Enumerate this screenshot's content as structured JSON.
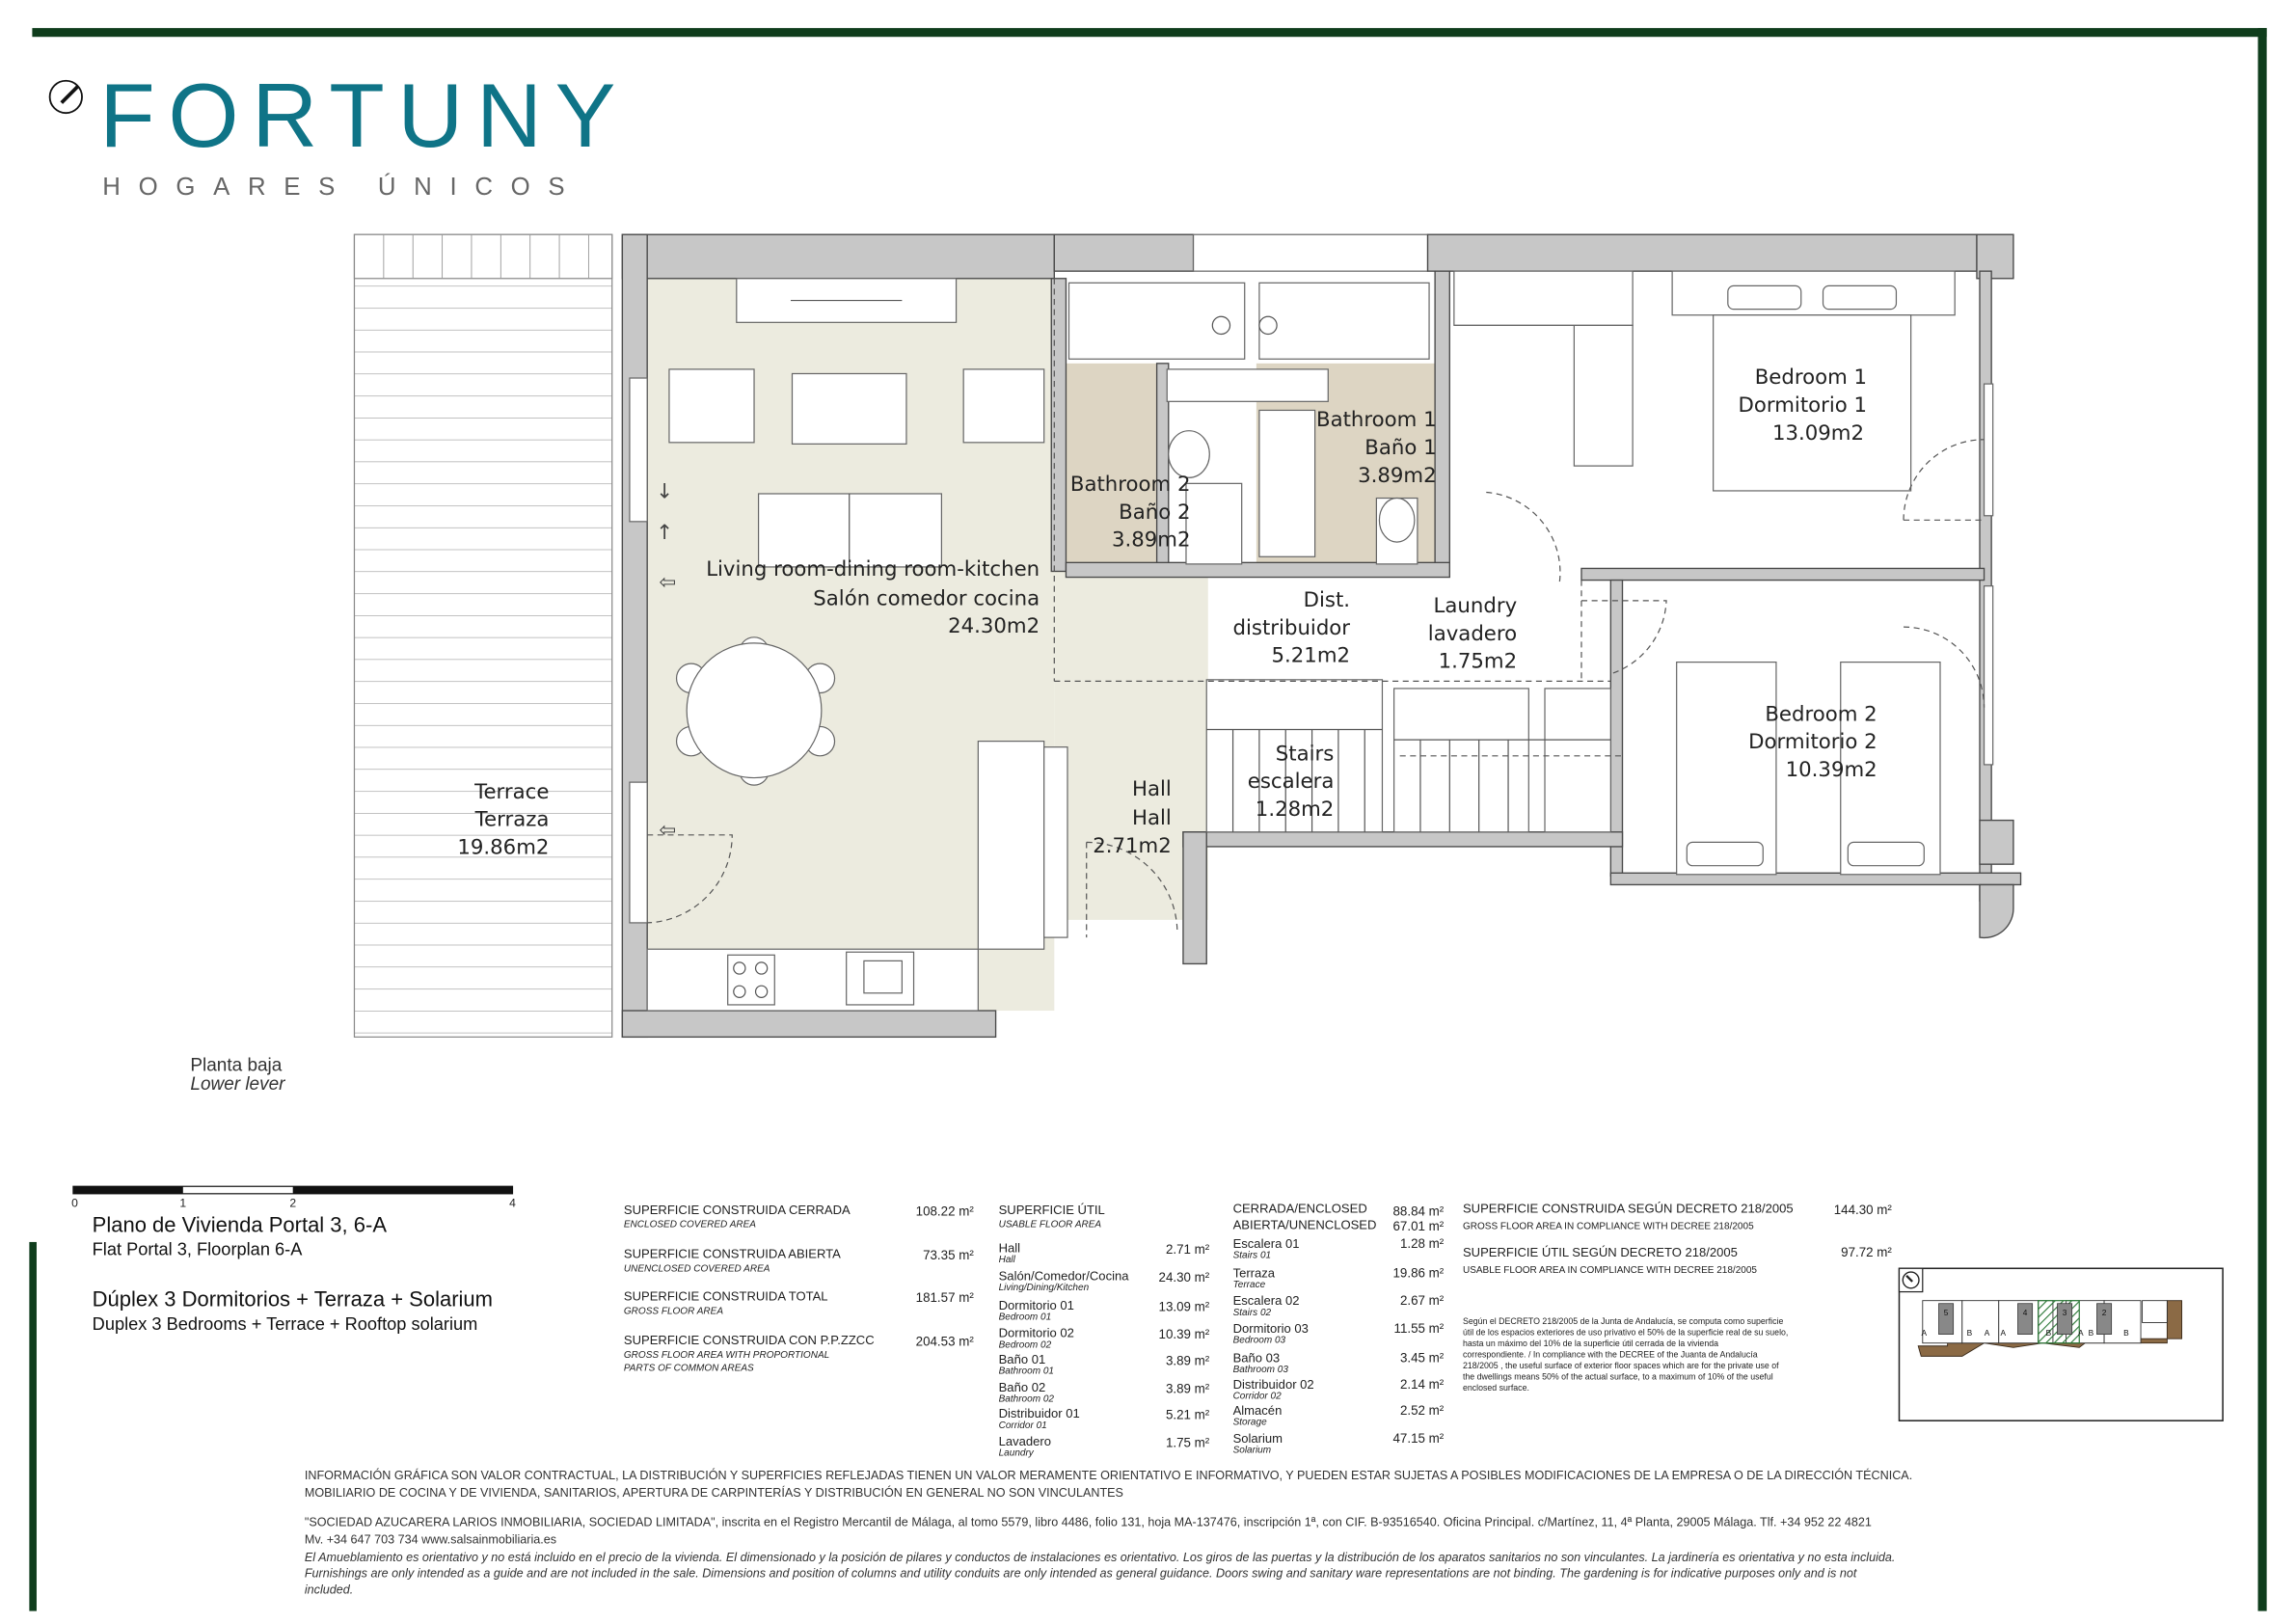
{
  "brand": {
    "name": "FORTUNY",
    "tagline": "HOGARES ÚNICOS",
    "color": "#0f7487",
    "frame_color": "#0f3d1c"
  },
  "rooms": {
    "living": [
      "Living room-dining room-kitchen",
      "Salón comedor cocina",
      "24.30m2"
    ],
    "bath2": [
      "Bathroom 2",
      "Baño 2",
      "3.89m2"
    ],
    "bath1": [
      "Bathroom 1",
      "Baño 1",
      "3.89m2"
    ],
    "bed1": [
      "Bedroom 1",
      "Dormitorio 1",
      "13.09m2"
    ],
    "dist": [
      "Dist.",
      "distribuidor",
      "5.21m2"
    ],
    "laundry": [
      "Laundry",
      "lavadero",
      "1.75m2"
    ],
    "bed2": [
      "Bedroom 2",
      "Dormitorio 2",
      "10.39m2"
    ],
    "stairs": [
      "Stairs",
      "escalera",
      "1.28m2"
    ],
    "hall": [
      "Hall",
      "Hall",
      "2.71m2"
    ],
    "terrace": [
      "Terrace",
      "Terraza",
      "19.86m2"
    ]
  },
  "level": {
    "es": "Planta baja",
    "en": "Lower lever"
  },
  "scale": {
    "ticks": [
      "0",
      "1",
      "2",
      "4"
    ]
  },
  "title": {
    "plan_es": "Plano de Vivienda Portal 3, 6-A",
    "plan_en": "Flat Portal 3, Floorplan 6-A",
    "type_es": "Dúplex 3 Dormitorios + Terraza + Solarium",
    "type_en": "Duplex 3 Bedrooms + Terrace + Rooftop solarium"
  },
  "built_areas": [
    {
      "label": "SUPERFICIE CONSTRUIDA CERRADA",
      "sub": "ENCLOSED COVERED AREA",
      "sub2": "",
      "value": "108.22 m²"
    },
    {
      "label": "SUPERFICIE CONSTRUIDA ABIERTA",
      "sub": "UNENCLOSED COVERED AREA",
      "sub2": "",
      "value": "73.35 m²"
    },
    {
      "label": "SUPERFICIE CONSTRUIDA TOTAL",
      "sub": "GROSS FLOOR AREA",
      "sub2": "",
      "value": "181.57 m²"
    },
    {
      "label": "SUPERFICIE CONSTRUIDA CON P.P.ZZCC",
      "sub": "GROSS FLOOR AREA WITH PROPORTIONAL",
      "sub2": "PARTS OF COMMON AREAS",
      "value": "204.53 m²"
    }
  ],
  "usable": {
    "header": "SUPERFICIE ÚTIL",
    "header_sub": "USABLE FLOOR AREA",
    "items": [
      {
        "label": "Hall",
        "sub": "Hall",
        "value": "2.71 m²"
      },
      {
        "label": "Salón/Comedor/Cocina",
        "sub": "Living/Dining/Kitchen",
        "value": "24.30 m²"
      },
      {
        "label": "Dormitorio 01",
        "sub": "Bedroom 01",
        "value": "13.09 m²"
      },
      {
        "label": "Dormitorio 02",
        "sub": "Bedroom 02",
        "value": "10.39 m²"
      },
      {
        "label": "Baño 01",
        "sub": "Bathroom 01",
        "value": "3.89 m²"
      },
      {
        "label": "Baño 02",
        "sub": "Bathroom 02",
        "value": "3.89 m²"
      },
      {
        "label": "Distribuidor 01",
        "sub": "Corridor 01",
        "value": "5.21 m²"
      },
      {
        "label": "Lavadero",
        "sub": "Laundry",
        "value": "1.75 m²"
      }
    ]
  },
  "usable2": {
    "enclosed": {
      "label": "CERRADA/ENCLOSED",
      "value": "88.84 m²"
    },
    "unenclosed": {
      "label": "ABIERTA/UNENCLOSED",
      "value": "67.01 m²"
    },
    "items": [
      {
        "label": "Escalera 01",
        "sub": "Stairs 01",
        "value": "1.28 m²"
      },
      {
        "label": "Terraza",
        "sub": "Terrace",
        "value": "19.86 m²"
      },
      {
        "label": "Escalera 02",
        "sub": "Stairs 02",
        "value": "2.67 m²"
      },
      {
        "label": "Dormitorio 03",
        "sub": "Bedroom 03",
        "value": "11.55 m²"
      },
      {
        "label": "Baño 03",
        "sub": "Bathroom 03",
        "value": "3.45 m²"
      },
      {
        "label": "Distribuidor 02",
        "sub": "Corridor 02",
        "value": "2.14 m²"
      },
      {
        "label": "Almacén",
        "sub": "Storage",
        "value": "2.52 m²"
      },
      {
        "label": "Solarium",
        "sub": "Solarium",
        "value": "47.15 m²"
      }
    ]
  },
  "decree": {
    "built": {
      "label": "SUPERFICIE CONSTRUIDA SEGÚN DECRETO 218/2005",
      "sub": "GROSS FLOOR AREA IN COMPLIANCE WITH DECREE 218/2005",
      "value": "144.30 m²"
    },
    "usable": {
      "label": "SUPERFICIE ÚTIL SEGÚN DECRETO 218/2005",
      "sub": "USABLE FLOOR AREA IN COMPLIANCE WITH DECREE 218/2005",
      "value": "97.72 m²"
    },
    "note": [
      "Según el DECRETO 218/2005 de la Junta de Andalucía, se computa como superficie",
      "útil de los espacios exteriores de uso privativo el 50% de la superficie real de su suelo,",
      "hasta un máximo del 10% de la superficie útil cerrada de la vivienda",
      "correspondiente. / In compliance with the DECREE of the Juanta de Andalucía",
      "218/2005 , the useful surface of exterior floor spaces which are for the private use of",
      "the dwellings means 50% of the actual surface, to a maximum of 10% of the useful",
      "enclosed surface."
    ]
  },
  "keyplan": {
    "portals": [
      "5",
      "4",
      "3",
      "2"
    ],
    "units": [
      "A",
      "B",
      "A",
      "B",
      "A",
      "B",
      "A",
      "B"
    ],
    "highlight_color": "#2f7a3a",
    "terrace_color": "#8b6a45"
  },
  "footer": [
    "INFORMACIÓN GRÁFICA SON VALOR CONTRACTUAL, LA DISTRIBUCIÓN Y SUPERFICIES REFLEJADAS TIENEN UN VALOR MERAMENTE ORIENTATIVO E INFORMATIVO, Y PUEDEN ESTAR SUJETAS A POSIBLES MODIFICACIONES DE LA EMPRESA O DE LA DIRECCIÓN TÉCNICA.",
    "MOBILIARIO DE COCINA Y DE VIVIENDA, SANITARIOS, APERTURA DE CARPINTERÍAS Y DISTRIBUCIÓN EN GENERAL NO SON VINCULANTES",
    "\"SOCIEDAD AZUCARERA LARIOS INMOBILIARIA, SOCIEDAD LIMITADA\", inscrita en el Registro Mercantil de Málaga, al tomo 5579, libro 4486, folio 131, hoja MA-137476, inscripción 1ª, con CIF. B-93516540. Oficina Principal. c/Martínez, 11, 4ª Planta, 29005 Málaga. Tlf. +34 952 22 4821",
    "Mv. +34 647 703 734 www.salsainmobiliaria.es",
    "El Amueblamiento es orientativo y no está incluido en el precio de la vivienda. El dimensionado y la posición de pilares y conductos de instalaciones es orientativo. Los giros de las puertas y la distribución de los aparatos sanitarios no son vinculantes. La jardinería es orientativa y no esta incluida.",
    "Furnishings are only intended as a guide and are not included in the sale. Dimensions and position of columns and utility conduits are only intended as general guidance. Doors swing and sanitary ware representations are not binding. The gardening is for indicative purposes only and is not",
    "included."
  ]
}
